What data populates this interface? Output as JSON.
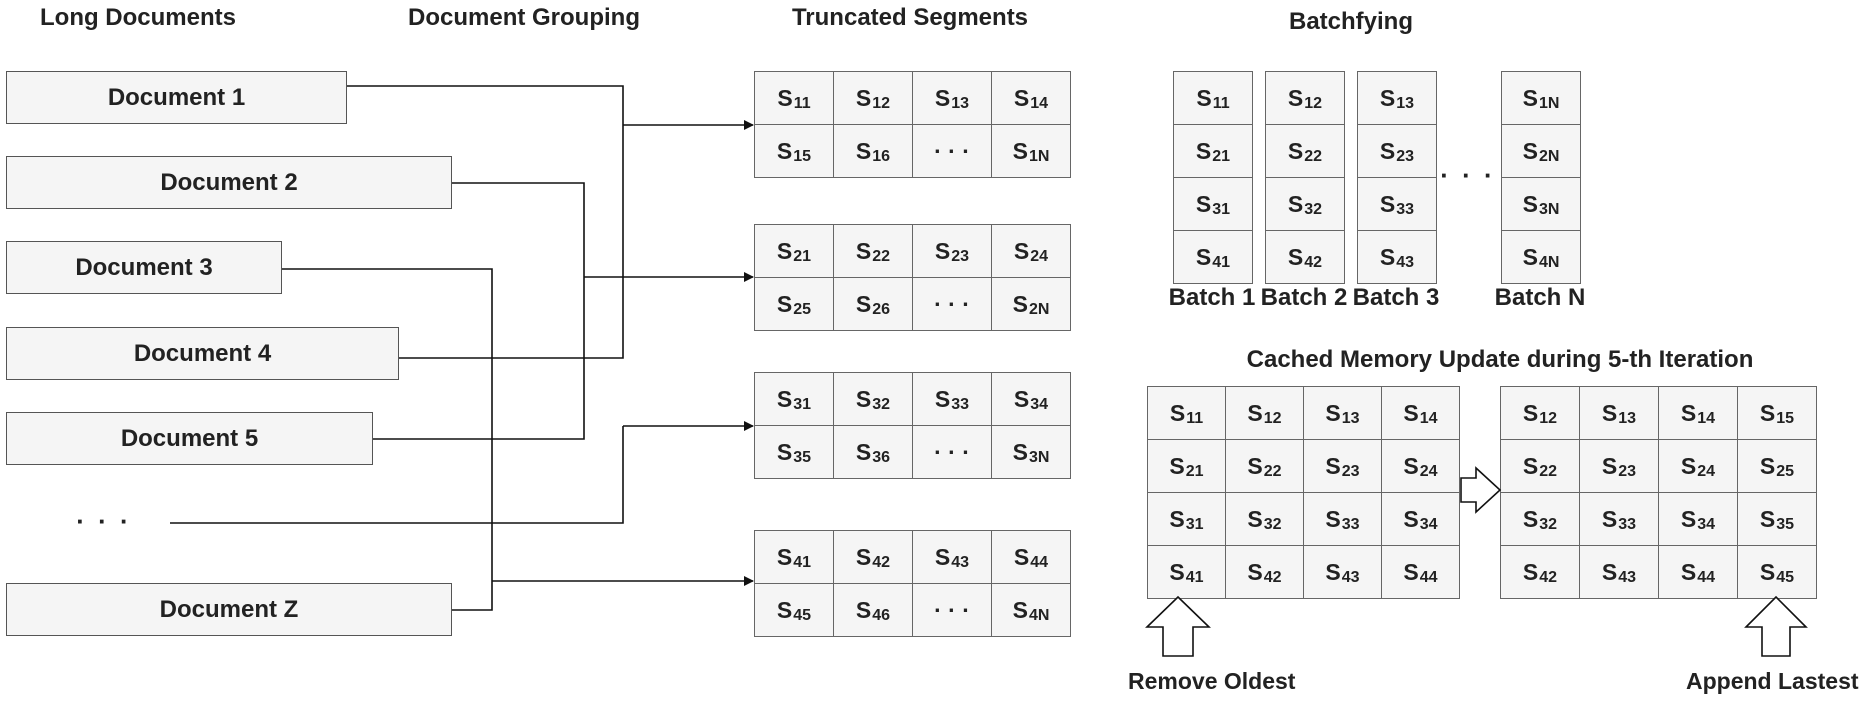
{
  "headings": {
    "long_documents": "Long Documents",
    "document_grouping": "Document Grouping",
    "truncated_segments": "Truncated Segments",
    "batchfying": "Batchfying",
    "cached_memory": "Cached Memory Update during 5-th Iteration"
  },
  "documents": [
    "Document 1",
    "Document 2",
    "Document 3",
    "Document 4",
    "Document 5",
    "Document Z"
  ],
  "documents_ellipsis": "· · ·",
  "segment_groups": [
    [
      [
        "S",
        "11"
      ],
      [
        "S",
        "12"
      ],
      [
        "S",
        "13"
      ],
      [
        "S",
        "14"
      ],
      [
        "S",
        "15"
      ],
      [
        "S",
        "16"
      ],
      [
        "· · ·",
        ""
      ],
      [
        "S",
        "1N"
      ]
    ],
    [
      [
        "S",
        "21"
      ],
      [
        "S",
        "22"
      ],
      [
        "S",
        "23"
      ],
      [
        "S",
        "24"
      ],
      [
        "S",
        "25"
      ],
      [
        "S",
        "26"
      ],
      [
        "· · ·",
        ""
      ],
      [
        "S",
        "2N"
      ]
    ],
    [
      [
        "S",
        "31"
      ],
      [
        "S",
        "32"
      ],
      [
        "S",
        "33"
      ],
      [
        "S",
        "34"
      ],
      [
        "S",
        "35"
      ],
      [
        "S",
        "36"
      ],
      [
        "· · ·",
        ""
      ],
      [
        "S",
        "3N"
      ]
    ],
    [
      [
        "S",
        "41"
      ],
      [
        "S",
        "42"
      ],
      [
        "S",
        "43"
      ],
      [
        "S",
        "44"
      ],
      [
        "S",
        "45"
      ],
      [
        "S",
        "46"
      ],
      [
        "· · ·",
        ""
      ],
      [
        "S",
        "4N"
      ]
    ]
  ],
  "batches": [
    {
      "label": "Batch 1",
      "cells": [
        [
          "S",
          "11"
        ],
        [
          "S",
          "21"
        ],
        [
          "S",
          "31"
        ],
        [
          "S",
          "41"
        ]
      ]
    },
    {
      "label": "Batch 2",
      "cells": [
        [
          "S",
          "12"
        ],
        [
          "S",
          "22"
        ],
        [
          "S",
          "32"
        ],
        [
          "S",
          "42"
        ]
      ]
    },
    {
      "label": "Batch 3",
      "cells": [
        [
          "S",
          "13"
        ],
        [
          "S",
          "23"
        ],
        [
          "S",
          "33"
        ],
        [
          "S",
          "43"
        ]
      ]
    },
    {
      "label": "Batch N",
      "cells": [
        [
          "S",
          "1N"
        ],
        [
          "S",
          "2N"
        ],
        [
          "S",
          "3N"
        ],
        [
          "S",
          "4N"
        ]
      ]
    }
  ],
  "batches_ellipsis": "· · ·",
  "memory_before": [
    [
      [
        "S",
        "11"
      ],
      [
        "S",
        "12"
      ],
      [
        "S",
        "13"
      ],
      [
        "S",
        "14"
      ]
    ],
    [
      [
        "S",
        "21"
      ],
      [
        "S",
        "22"
      ],
      [
        "S",
        "23"
      ],
      [
        "S",
        "24"
      ]
    ],
    [
      [
        "S",
        "31"
      ],
      [
        "S",
        "32"
      ],
      [
        "S",
        "33"
      ],
      [
        "S",
        "34"
      ]
    ],
    [
      [
        "S",
        "41"
      ],
      [
        "S",
        "42"
      ],
      [
        "S",
        "43"
      ],
      [
        "S",
        "44"
      ]
    ]
  ],
  "memory_after": [
    [
      [
        "S",
        "12"
      ],
      [
        "S",
        "13"
      ],
      [
        "S",
        "14"
      ],
      [
        "S",
        "15"
      ]
    ],
    [
      [
        "S",
        "22"
      ],
      [
        "S",
        "23"
      ],
      [
        "S",
        "24"
      ],
      [
        "S",
        "25"
      ]
    ],
    [
      [
        "S",
        "32"
      ],
      [
        "S",
        "33"
      ],
      [
        "S",
        "34"
      ],
      [
        "S",
        "35"
      ]
    ],
    [
      [
        "S",
        "42"
      ],
      [
        "S",
        "43"
      ],
      [
        "S",
        "44"
      ],
      [
        "S",
        "45"
      ]
    ]
  ],
  "remove_label": "Remove Oldest",
  "append_label": "Append Lastest"
}
